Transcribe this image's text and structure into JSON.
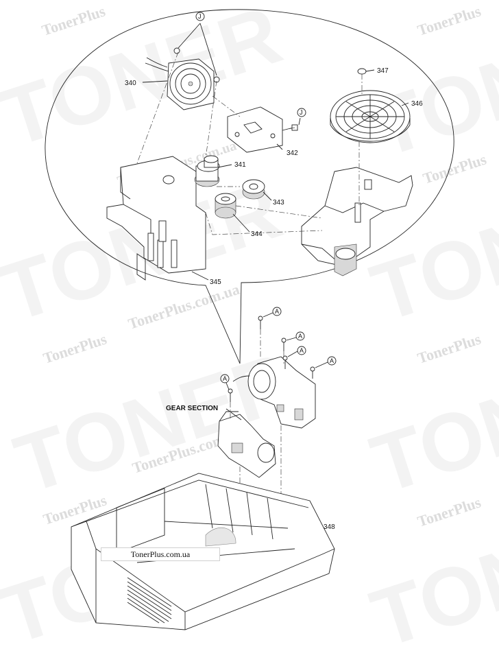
{
  "watermark": {
    "small_text": "TonerPlus",
    "domain_text": "TonerPlus.com.ua",
    "big_text": "TONER"
  },
  "diagram": {
    "section_label": "GEAR SECTION",
    "parts": [
      {
        "id": "340",
        "label": "340"
      },
      {
        "id": "341",
        "label": "341"
      },
      {
        "id": "342",
        "label": "342"
      },
      {
        "id": "343",
        "label": "343"
      },
      {
        "id": "344",
        "label": "344"
      },
      {
        "id": "345",
        "label": "345"
      },
      {
        "id": "346",
        "label": "346"
      },
      {
        "id": "347",
        "label": "347"
      },
      {
        "id": "348",
        "label": "348"
      }
    ],
    "callouts": {
      "j": "J",
      "a": "A"
    }
  },
  "footer": {
    "site": "TonerPlus.com.ua"
  },
  "colors": {
    "background": "#ffffff",
    "line": "#222222",
    "watermark": "#dcdcdc"
  }
}
